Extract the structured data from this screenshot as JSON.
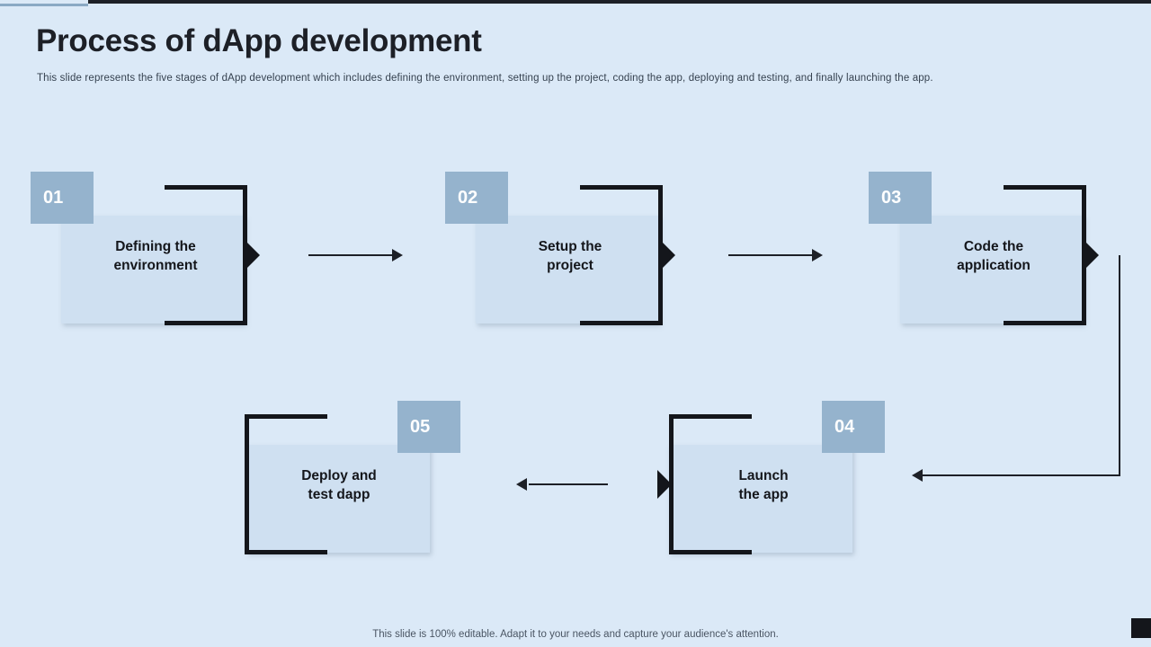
{
  "slide": {
    "title": "Process of dApp development",
    "subtitle": "This slide represents the five stages of dApp development  which includes defining the environment,  setting up the project, coding the app, deploying and testing, and finally launching the app.",
    "footer": "This slide is 100% editable. Adapt it to your needs and capture your audience's attention.",
    "colors": {
      "background": "#dbe9f7",
      "card": "#cfe0f1",
      "badge": "#95b3cd",
      "ink": "#14161b",
      "badge_text": "#ffffff"
    }
  },
  "steps": [
    {
      "number": "01",
      "line1": "Defining the",
      "line2": "environment"
    },
    {
      "number": "02",
      "line1": "Setup the",
      "line2": "project"
    },
    {
      "number": "03",
      "line1": "Code the",
      "line2": "application"
    },
    {
      "number": "04",
      "line1": "Launch",
      "line2": "the app"
    },
    {
      "number": "05",
      "line1": "Deploy and",
      "line2": "test dapp"
    }
  ]
}
